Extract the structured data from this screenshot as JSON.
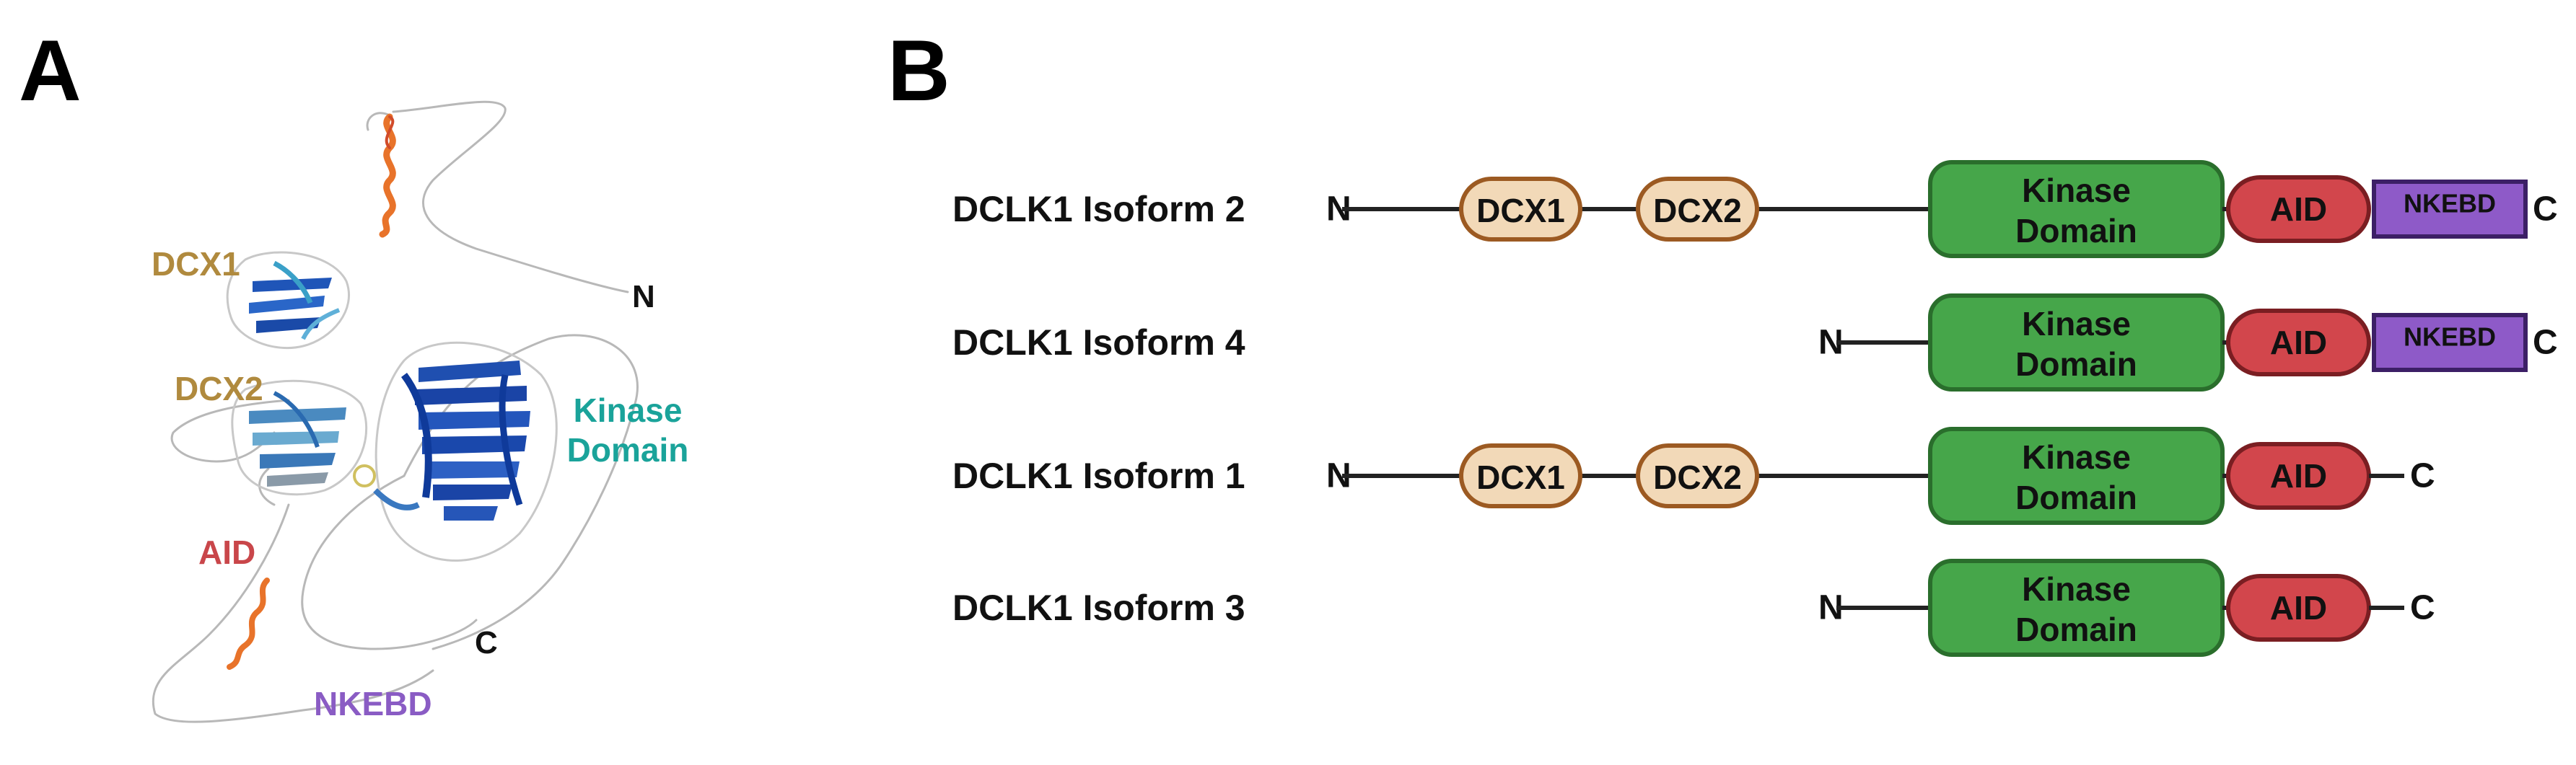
{
  "panel_a": {
    "letter": "A",
    "labels": {
      "dcx1": "DCX1",
      "dcx2": "DCX2",
      "kinase_line1": "Kinase",
      "kinase_line2": "Domain",
      "aid": "AID",
      "nkebd": "NKEBD",
      "n_term": "N",
      "c_term": "C"
    },
    "colors": {
      "dcx": "#b08a3e",
      "kinase": "#1aa39a",
      "aid": "#c9464a",
      "nkebd": "#8a5cc4"
    }
  },
  "panel_b": {
    "letter": "B",
    "n_label": "N",
    "c_label": "C",
    "domain_text": {
      "dcx1": "DCX1",
      "dcx2": "DCX2",
      "kinase_line1": "Kinase",
      "kinase_line2": "Domain",
      "aid": "AID",
      "nkebd": "NKEBD"
    },
    "isoforms": [
      {
        "name": "DCLK1 Isoform 2",
        "has_dcx": true,
        "has_nkebd": true
      },
      {
        "name": "DCLK1 Isoform 4",
        "has_dcx": false,
        "has_nkebd": true
      },
      {
        "name": "DCLK1 Isoform 1",
        "has_dcx": true,
        "has_nkebd": false
      },
      {
        "name": "DCLK1 Isoform 3",
        "has_dcx": false,
        "has_nkebd": false
      }
    ],
    "colors": {
      "dcx_fill": "#f2d9b8",
      "dcx_stroke": "#9c5a22",
      "kinase_fill": "#46a64a",
      "kinase_stroke": "#2a6e2c",
      "aid_fill": "#d2464c",
      "aid_stroke": "#7a1e22",
      "nkebd_fill": "#8e5ac8",
      "nkebd_stroke": "#3c1f66",
      "line": "#222222"
    }
  }
}
